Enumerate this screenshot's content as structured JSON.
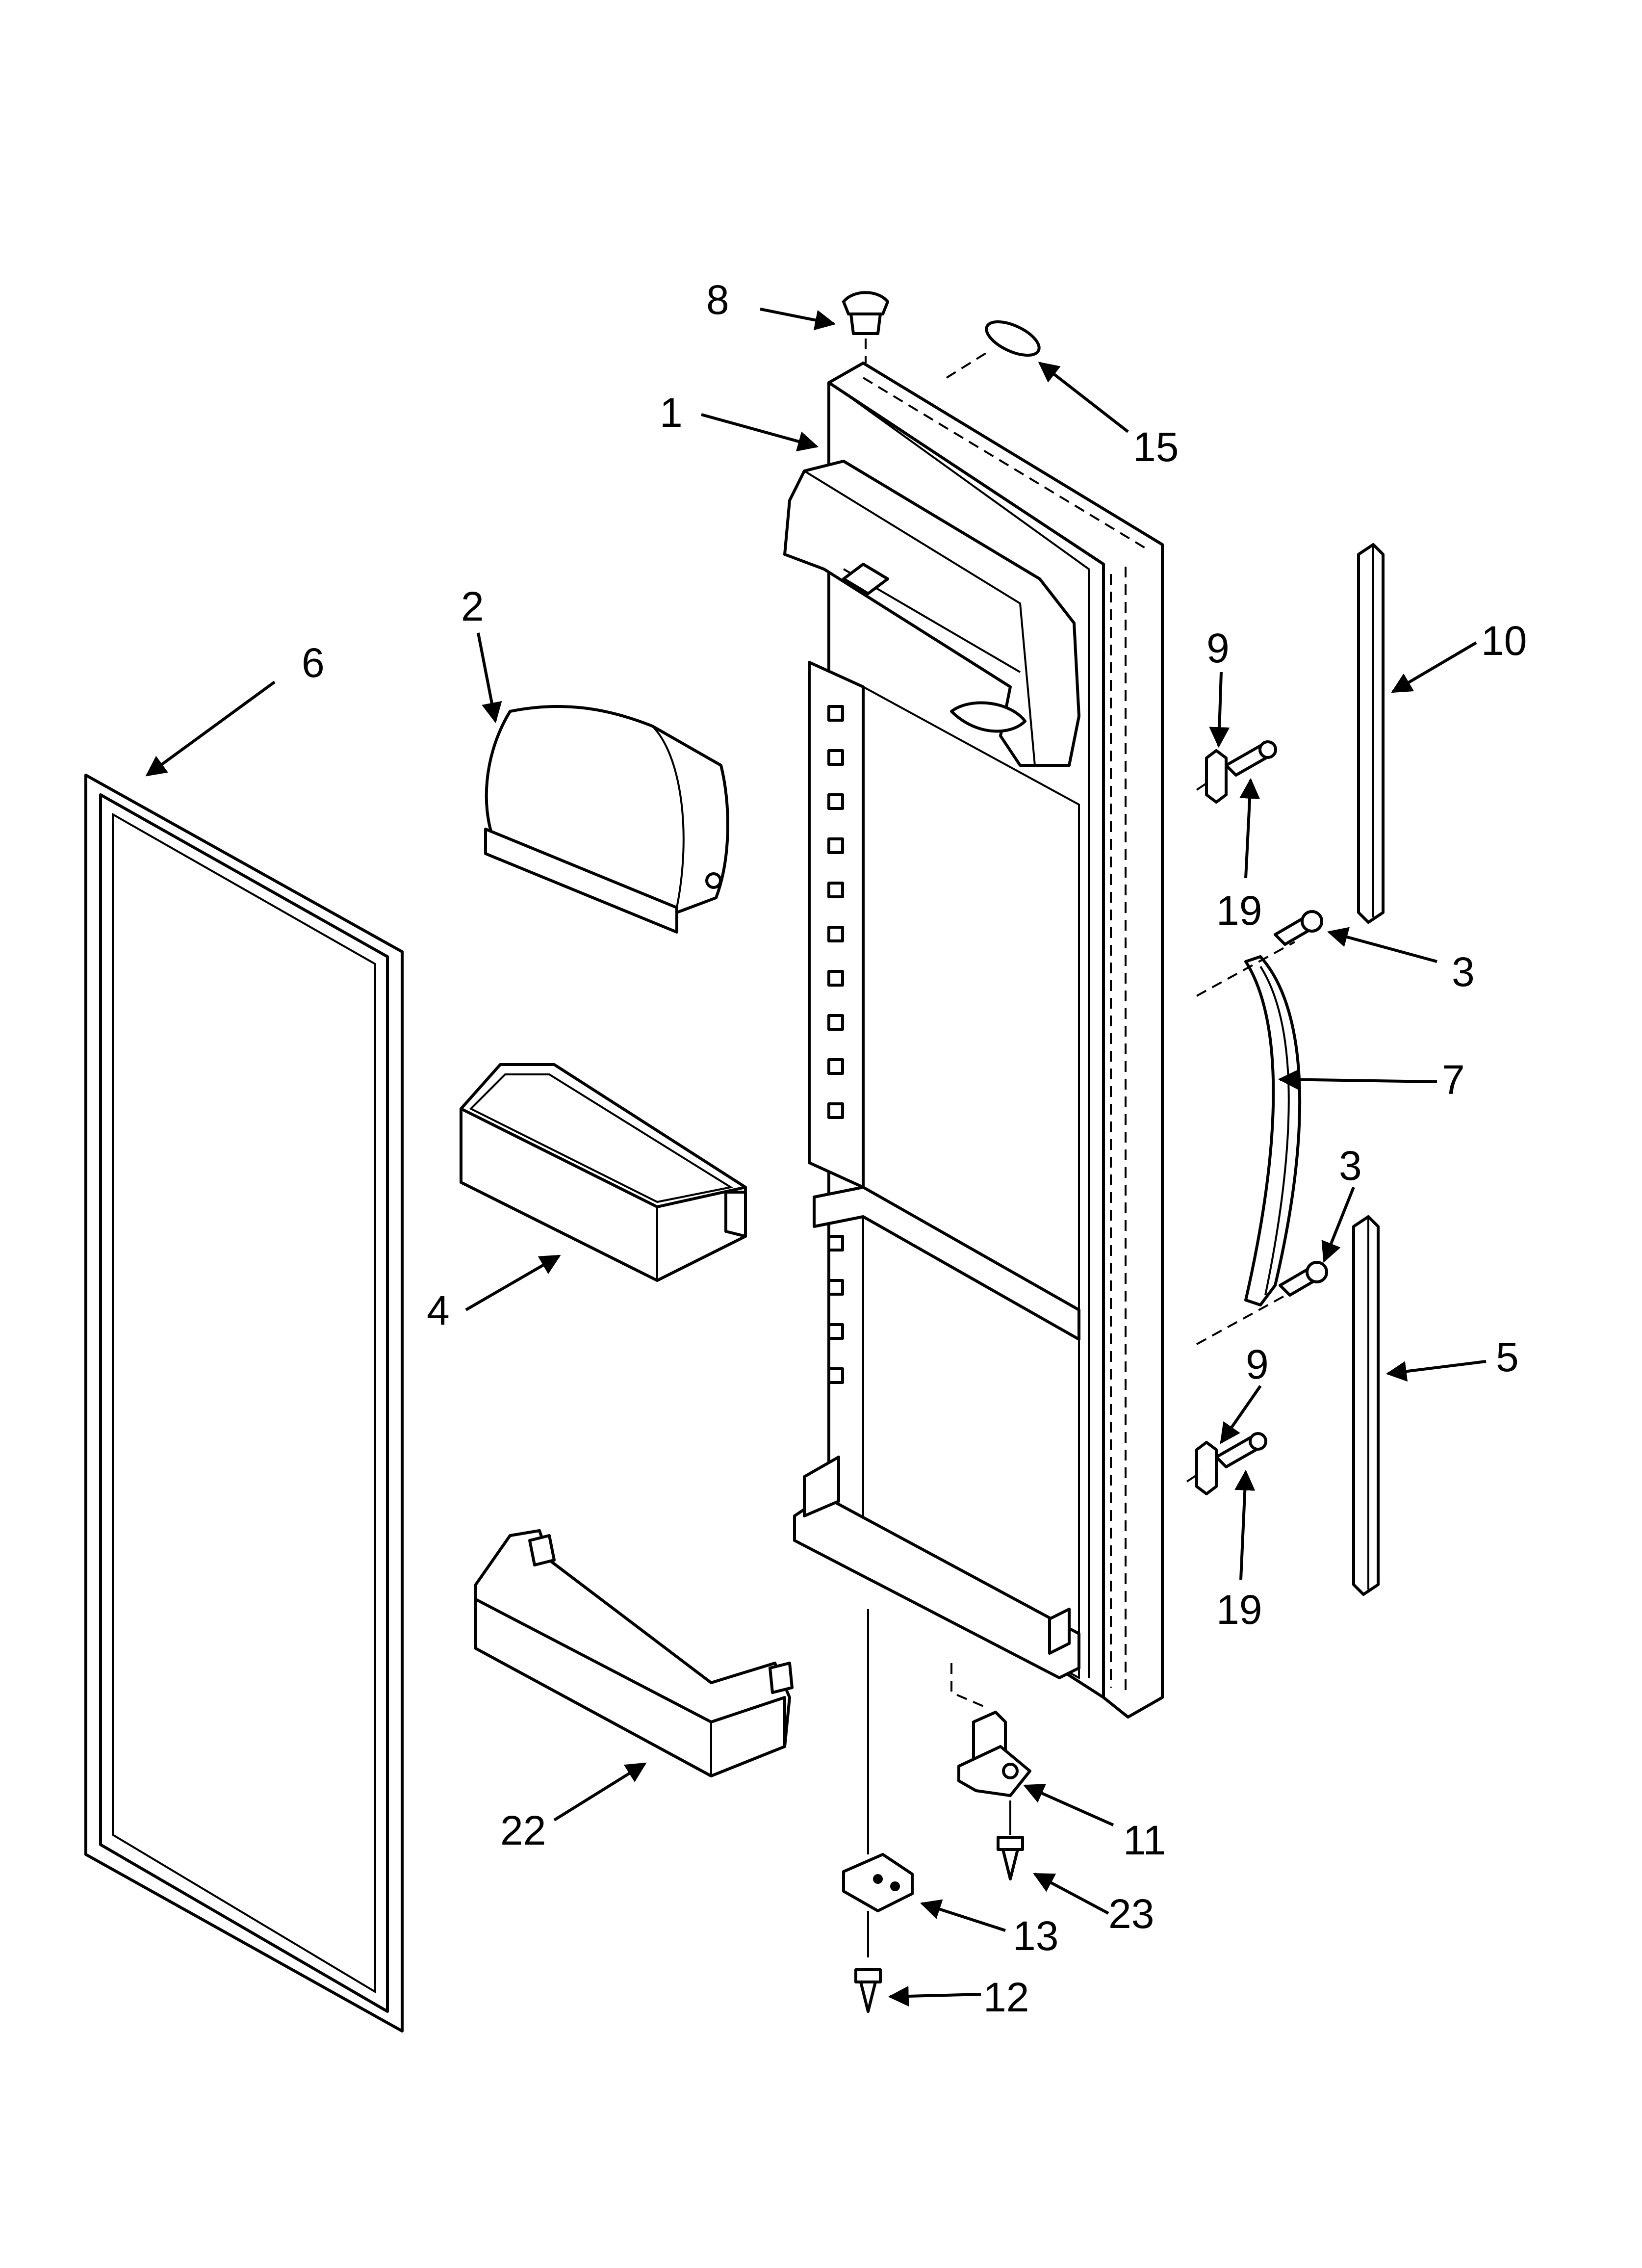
{
  "callouts": [
    {
      "id": "c8",
      "label": "8"
    },
    {
      "id": "c1",
      "label": "1"
    },
    {
      "id": "c15",
      "label": "15"
    },
    {
      "id": "c2",
      "label": "2"
    },
    {
      "id": "c6",
      "label": "6"
    },
    {
      "id": "c9a",
      "label": "9"
    },
    {
      "id": "c10",
      "label": "10"
    },
    {
      "id": "c19a",
      "label": "19"
    },
    {
      "id": "c3a",
      "label": "3"
    },
    {
      "id": "c7",
      "label": "7"
    },
    {
      "id": "c3b",
      "label": "3"
    },
    {
      "id": "c4",
      "label": "4"
    },
    {
      "id": "c5",
      "label": "5"
    },
    {
      "id": "c9b",
      "label": "9"
    },
    {
      "id": "c19b",
      "label": "19"
    },
    {
      "id": "c22",
      "label": "22"
    },
    {
      "id": "c11",
      "label": "11"
    },
    {
      "id": "c23",
      "label": "23"
    },
    {
      "id": "c13",
      "label": "13"
    },
    {
      "id": "c12",
      "label": "12"
    }
  ]
}
